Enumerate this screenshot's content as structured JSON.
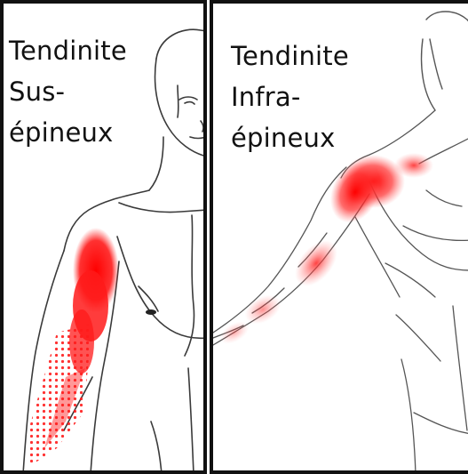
{
  "panels": [
    {
      "title_lines": [
        "Tendinite",
        "Sus-",
        "épineux"
      ]
    },
    {
      "title_lines": [
        "Tendinite",
        "Infra-",
        "épineux"
      ]
    }
  ],
  "colors": {
    "frame": "#111111",
    "pain_red": "#ff1a1a",
    "sketch": "#3a3a3a"
  },
  "icons": {
    "left_figure": "anterior-shoulder-arm-sketch",
    "right_figure": "posterior-shoulder-arm-sketch"
  }
}
